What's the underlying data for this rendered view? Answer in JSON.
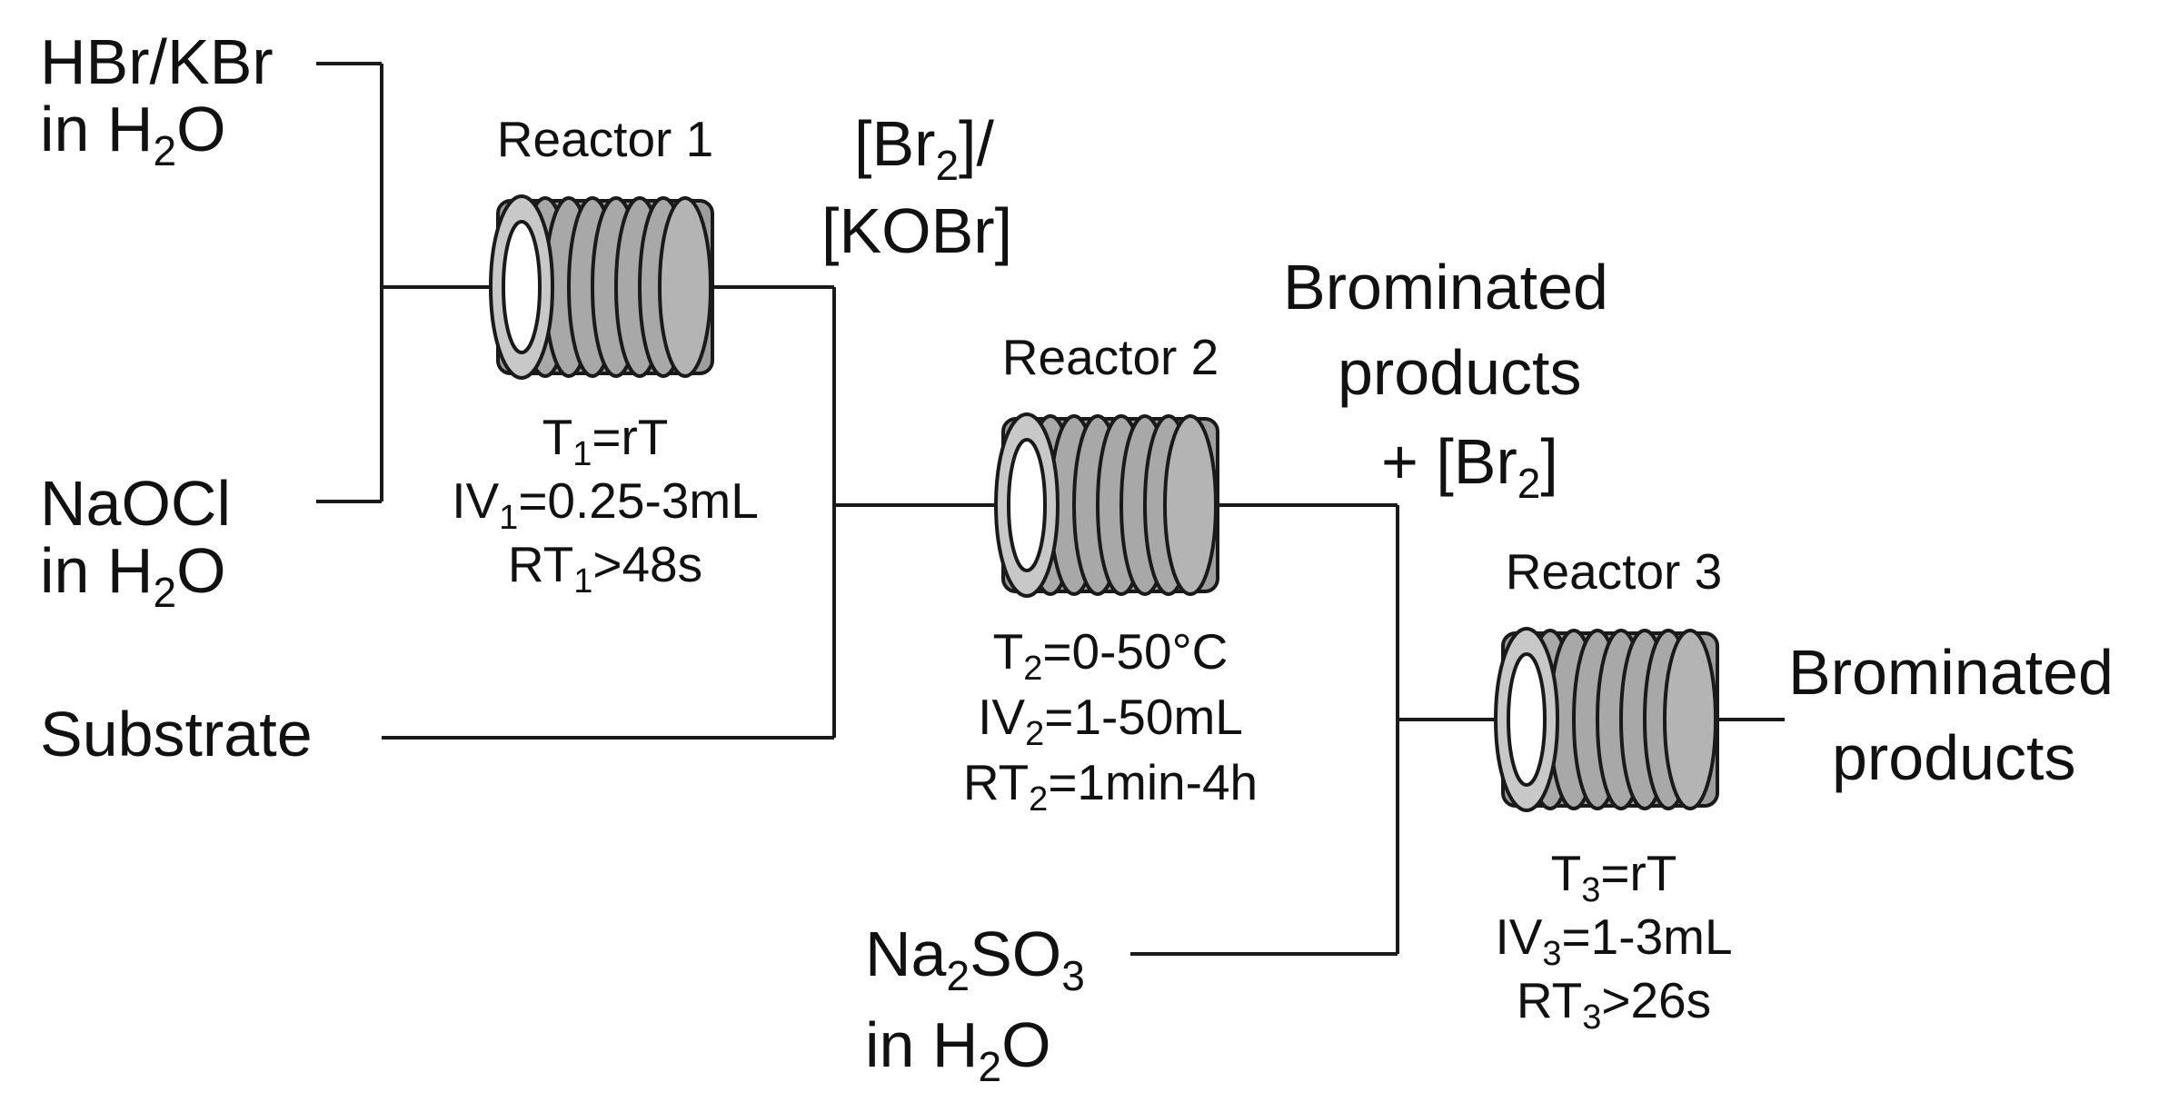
{
  "inputs": {
    "hbr": {
      "line1": "HBr/KBr",
      "line2_pre": "in H",
      "line2_sub": "2",
      "line2_post": "O"
    },
    "naocl": {
      "line1": "NaOCl",
      "line2_pre": "in H",
      "line2_sub": "2",
      "line2_post": "O"
    },
    "substrate": {
      "label": "Substrate"
    },
    "na2so3": {
      "l1_a": "Na",
      "l1_sub1": "2",
      "l1_b": "SO",
      "l1_sub2": "3",
      "line2_pre": "in H",
      "line2_sub": "2",
      "line2_post": "O"
    }
  },
  "intermediate1": {
    "line1_pre": "[Br",
    "line1_sub": "2",
    "line1_post": "]/",
    "line2": "[KOBr]"
  },
  "intermediate2": {
    "line1": "Brominated",
    "line2": "products",
    "line3_pre": "+ [Br",
    "line3_sub": "2",
    "line3_post": "]"
  },
  "output": {
    "line1": "Brominated",
    "line2": "products"
  },
  "reactors": [
    {
      "title": "Reactor 1",
      "t_pre": "T",
      "t_sub": "1",
      "t_post": "=rT",
      "iv_pre": "IV",
      "iv_sub": "1",
      "iv_post": "=0.25-3mL",
      "rt_pre": "RT",
      "rt_sub": "1",
      "rt_post": ">48s"
    },
    {
      "title": "Reactor 2",
      "t_pre": "T",
      "t_sub": "2",
      "t_post": "=0-50°C",
      "iv_pre": "IV",
      "iv_sub": "2",
      "iv_post": "=1-50mL",
      "rt_pre": "RT",
      "rt_sub": "2",
      "rt_post": "=1min-4h"
    },
    {
      "title": "Reactor 3",
      "t_pre": "T",
      "t_sub": "3",
      "t_post": "=rT",
      "iv_pre": "IV",
      "iv_sub": "3",
      "iv_post": "=1-3mL",
      "rt_pre": "RT",
      "rt_sub": "3",
      "rt_post": ">26s"
    }
  ]
}
